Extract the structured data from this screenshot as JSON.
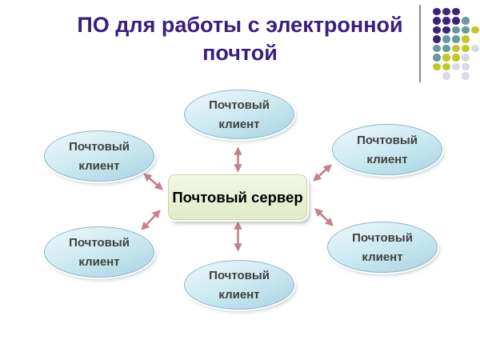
{
  "slide": {
    "title": "ПО для работы с электронной почтой"
  },
  "diagram": {
    "server": {
      "label": "Почтовый сервер"
    },
    "clients": [
      {
        "position": "top",
        "line1": "Почтовый",
        "line2": "клиент"
      },
      {
        "position": "upper-left",
        "line1": "Почтовый",
        "line2": "клиент"
      },
      {
        "position": "upper-right",
        "line1": "Почтовый",
        "line2": "клиент"
      },
      {
        "position": "lower-left",
        "line1": "Почтовый",
        "line2": "клиент"
      },
      {
        "position": "lower-right",
        "line1": "Почтовый",
        "line2": "клиент"
      },
      {
        "position": "bottom",
        "line1": "Почтовый",
        "line2": "клиент"
      }
    ]
  },
  "colors": {
    "title_text": "#3a1e7e",
    "node_text": "#404040",
    "server_text": "#000000",
    "arrow": "#c4808c",
    "ellipse_top": "#eef8fb",
    "ellipse_mid": "#cde9f1",
    "ellipse_bottom": "#a8d4e2",
    "ellipse_border": "#8db7c7",
    "server_top": "#f3f7e3",
    "server_bottom": "#e0ebca",
    "server_border": "#c6d4a9",
    "divider_line": "#8a8a8a",
    "dot_purple": "#3b2379",
    "dot_teal": "#68999b",
    "dot_yellow": "#c1c82a",
    "dot_lavender": "#d9dae6"
  },
  "decoration": {
    "dot_pattern_rows": [
      "PPP",
      "PPPT",
      "PPTTY",
      "PTTY",
      "TTYYL",
      "TYYL",
      "YYLL",
      ".L.L"
    ]
  }
}
